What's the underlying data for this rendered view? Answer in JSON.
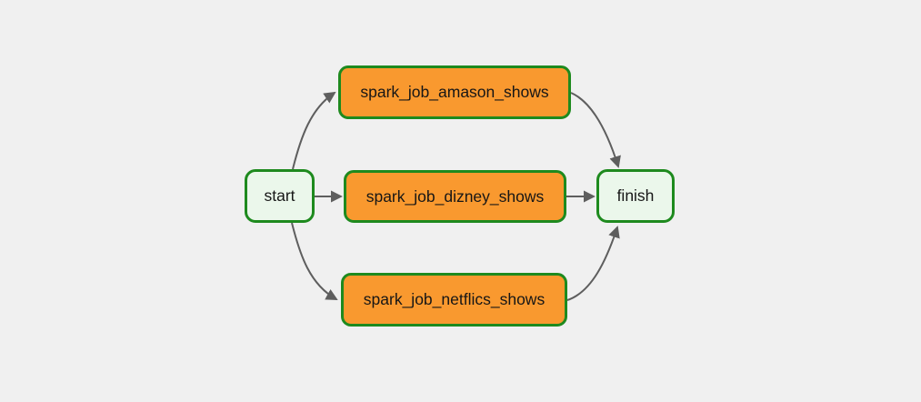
{
  "diagram": {
    "type": "dag-graph",
    "background_color": "#f0f0f0",
    "edge_color": "#5e5e5e",
    "node_border_color": "#1e8a1e",
    "task_fill_color": "#f9992f",
    "terminal_fill_color": "#ebf7eb",
    "text_color": "#161616",
    "nodes": {
      "start": {
        "label": "start",
        "type": "terminal"
      },
      "amason": {
        "label": "spark_job_amason_shows",
        "type": "task"
      },
      "dizney": {
        "label": "spark_job_dizney_shows",
        "type": "task"
      },
      "netflics": {
        "label": "spark_job_netflics_shows",
        "type": "task"
      },
      "finish": {
        "label": "finish",
        "type": "terminal"
      }
    },
    "edges": [
      {
        "from": "start",
        "to": "spark_job_amason_shows"
      },
      {
        "from": "start",
        "to": "spark_job_dizney_shows"
      },
      {
        "from": "start",
        "to": "spark_job_netflics_shows"
      },
      {
        "from": "spark_job_amason_shows",
        "to": "finish"
      },
      {
        "from": "spark_job_dizney_shows",
        "to": "finish"
      },
      {
        "from": "spark_job_netflics_shows",
        "to": "finish"
      }
    ]
  }
}
